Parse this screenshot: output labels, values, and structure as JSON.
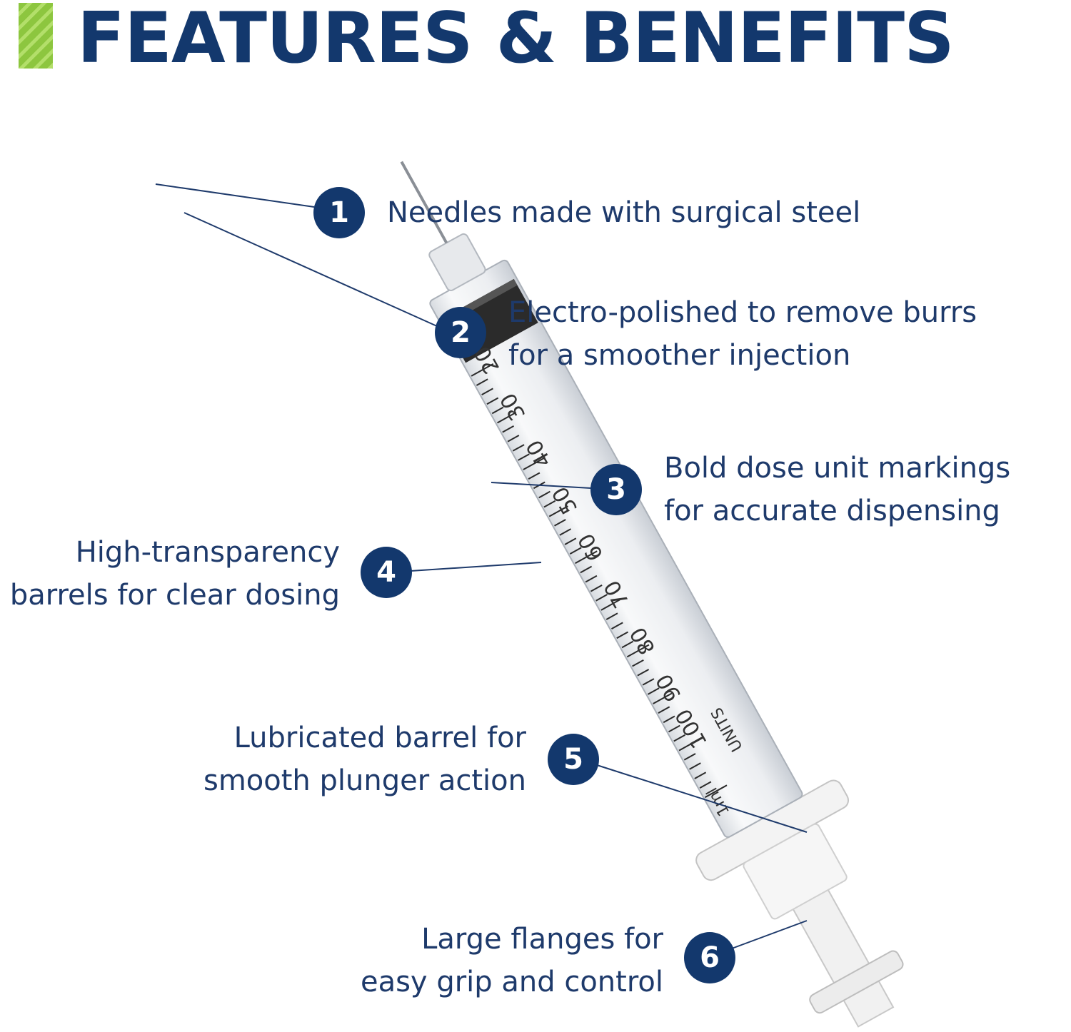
{
  "header": {
    "title": "FEATURES & BENEFITS",
    "accent_color": "#8dc63f",
    "title_color": "#13386d"
  },
  "syringe": {
    "scale_labels": [
      "20",
      "30",
      "40",
      "50",
      "60",
      "70",
      "80",
      "90",
      "100"
    ],
    "unit_label": "UNITS",
    "volume_label": "1ml"
  },
  "features": [
    {
      "number": "1",
      "lines": [
        "Needles made with surgical steel"
      ]
    },
    {
      "number": "2",
      "lines": [
        "Electro-polished to remove burrs",
        "for a smoother injection"
      ]
    },
    {
      "number": "3",
      "lines": [
        "Bold dose unit markings",
        "for accurate dispensing"
      ]
    },
    {
      "number": "4",
      "lines": [
        "High-transparency",
        "barrels for clear dosing"
      ]
    },
    {
      "number": "5",
      "lines": [
        "Lubricated barrel for",
        "smooth plunger action"
      ]
    },
    {
      "number": "6",
      "lines": [
        "Large flanges for",
        "easy grip and control"
      ]
    }
  ],
  "colors": {
    "badge": "#13386d",
    "text": "#1e3a6b"
  }
}
